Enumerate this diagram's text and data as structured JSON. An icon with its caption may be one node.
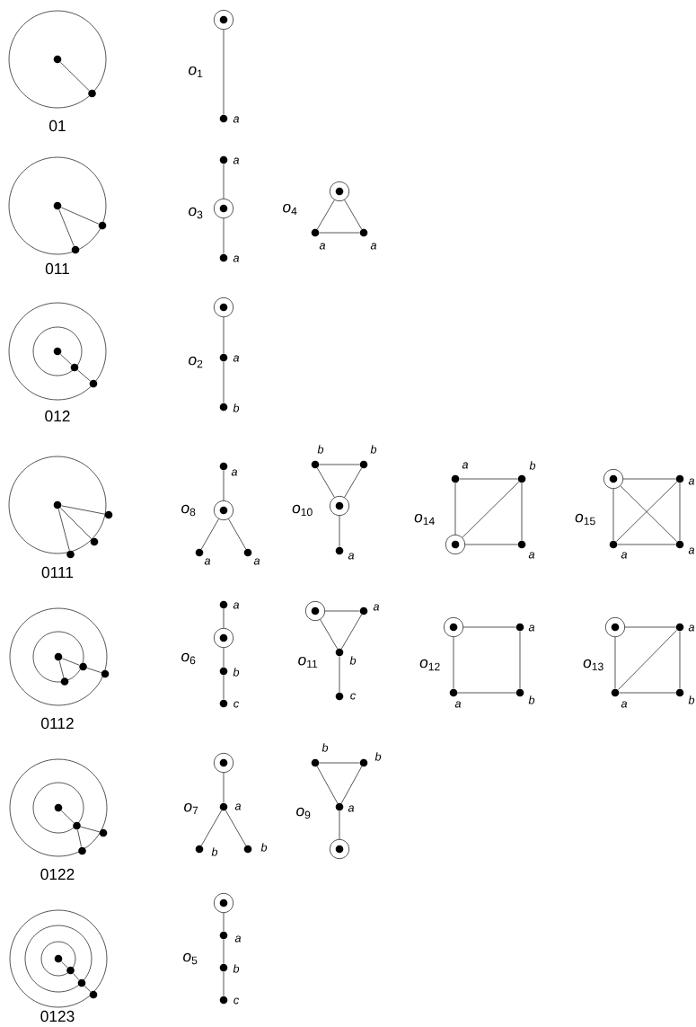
{
  "diagram": {
    "nodes": [
      {
        "text": [],
        "shape": "circle"
      },
      {
        "text": [],
        "shape": "circle"
      },
      {
        "text": [],
        "shape": "bullseye"
      },
      {
        "text": [],
        "shape": "circle",
        "beside": [
          "a"
        ]
      },
      {
        "text": [],
        "shape": "circle"
      },
      {
        "text": [],
        "shape": "circle"
      },
      {
        "text": [],
        "shape": "circle"
      },
      {
        "text": [],
        "shape": "circle",
        "beside": [
          "a"
        ]
      },
      {
        "text": [],
        "shape": "bullseye"
      },
      {
        "text": [],
        "shape": "circle",
        "beside": [
          "a"
        ]
      },
      {
        "text": [],
        "shape": "bullseye"
      },
      {
        "text": [],
        "shape": "circle",
        "beside": [
          "a"
        ]
      },
      {
        "text": [],
        "shape": "circle",
        "beside": [
          "a"
        ]
      },
      {
        "text": [],
        "shape": "circle"
      },
      {
        "text": [],
        "shape": "circle"
      },
      {
        "text": [],
        "shape": "circle"
      },
      {
        "text": [],
        "shape": "bullseye"
      },
      {
        "text": [],
        "shape": "circle",
        "beside": [
          "a"
        ]
      },
      {
        "text": [],
        "shape": "circle",
        "beside": [
          "b"
        ]
      },
      {
        "text": [],
        "shape": "circle"
      },
      {
        "text": [],
        "shape": "circle"
      },
      {
        "text": [],
        "shape": "circle"
      },
      {
        "text": [],
        "shape": "circle"
      },
      {
        "text": [],
        "shape": "circle",
        "beside": [
          "a"
        ]
      },
      {
        "text": [],
        "shape": "bullseye"
      },
      {
        "text": [],
        "shape": "circle",
        "beside": [
          "a"
        ]
      },
      {
        "text": [],
        "shape": "circle",
        "beside": [
          "a"
        ]
      },
      {
        "text": [],
        "shape": "circle",
        "beside": [
          "b"
        ]
      },
      {
        "text": [],
        "shape": "circle",
        "beside": [
          "b"
        ]
      },
      {
        "text": [],
        "shape": "bullseye"
      },
      {
        "text": [],
        "shape": "circle",
        "beside": [
          "a"
        ]
      },
      {
        "text": [],
        "shape": "circle",
        "beside": [
          "a"
        ]
      },
      {
        "text": [],
        "shape": "circle",
        "beside": [
          "b"
        ]
      },
      {
        "text": [],
        "shape": "bullseye"
      },
      {
        "text": [],
        "shape": "circle",
        "beside": [
          "a"
        ]
      },
      {
        "text": [],
        "shape": "bullseye"
      },
      {
        "text": [],
        "shape": "circle",
        "beside": [
          "a"
        ]
      },
      {
        "text": [],
        "shape": "circle",
        "beside": [
          "a"
        ]
      },
      {
        "text": [],
        "shape": "circle",
        "beside": [
          "a"
        ]
      },
      {
        "text": [],
        "shape": "circle"
      },
      {
        "text": [],
        "shape": "circle"
      },
      {
        "text": [],
        "shape": "circle"
      },
      {
        "text": [],
        "shape": "circle"
      },
      {
        "text": [],
        "shape": "circle",
        "beside": [
          "a"
        ]
      },
      {
        "text": [],
        "shape": "bullseye"
      },
      {
        "text": [],
        "shape": "circle",
        "beside": [
          "b"
        ]
      },
      {
        "text": [],
        "shape": "circle",
        "beside": [
          "c"
        ]
      },
      {
        "text": [],
        "shape": "bullseye"
      },
      {
        "text": [],
        "shape": "circle",
        "beside": [
          "a"
        ]
      },
      {
        "text": [],
        "shape": "circle",
        "beside": [
          "b"
        ]
      },
      {
        "text": [],
        "shape": "circle",
        "beside": [
          "c"
        ]
      },
      {
        "text": [],
        "shape": "bullseye"
      },
      {
        "text": [],
        "shape": "circle",
        "beside": [
          "a"
        ]
      },
      {
        "text": [],
        "shape": "circle",
        "beside": [
          "a"
        ]
      },
      {
        "text": [],
        "shape": "circle",
        "beside": [
          "b"
        ]
      },
      {
        "text": [],
        "shape": "bullseye"
      },
      {
        "text": [],
        "shape": "circle",
        "beside": [
          "a"
        ]
      },
      {
        "text": [],
        "shape": "circle",
        "beside": [
          "a"
        ]
      },
      {
        "text": [],
        "shape": "circle",
        "beside": [
          "b"
        ]
      },
      {
        "text": [],
        "shape": "circle"
      },
      {
        "text": [],
        "shape": "circle"
      },
      {
        "text": [],
        "shape": "circle"
      },
      {
        "text": [],
        "shape": "circle"
      },
      {
        "text": [],
        "shape": "bullseye"
      },
      {
        "text": [],
        "shape": "circle",
        "beside": [
          "a"
        ]
      },
      {
        "text": [],
        "shape": "circle",
        "beside": [
          "b"
        ]
      },
      {
        "text": [],
        "shape": "circle",
        "beside": [
          "b"
        ]
      },
      {
        "text": [],
        "shape": "circle",
        "beside": [
          "b"
        ]
      },
      {
        "text": [],
        "shape": "circle",
        "beside": [
          "b"
        ]
      },
      {
        "text": [],
        "shape": "circle",
        "beside": [
          "a"
        ]
      },
      {
        "text": [],
        "shape": "bullseye"
      },
      {
        "text": [],
        "shape": "circle"
      },
      {
        "text": [],
        "shape": "circle"
      },
      {
        "text": [],
        "shape": "circle"
      },
      {
        "text": [],
        "shape": "circle"
      },
      {
        "text": [],
        "shape": "bullseye"
      },
      {
        "text": [],
        "shape": "circle",
        "beside": [
          "a"
        ]
      },
      {
        "text": [],
        "shape": "circle",
        "beside": [
          "b"
        ]
      },
      {
        "text": [],
        "shape": "circle",
        "beside": [
          "c"
        ]
      }
    ],
    "edges": [
      {
        "from": 0,
        "to": 1,
        "arrow": "none"
      },
      {
        "from": 2,
        "to": 3,
        "arrow": "none"
      },
      {
        "from": 4,
        "to": 5,
        "arrow": "none"
      },
      {
        "from": 4,
        "to": 6,
        "arrow": "none"
      },
      {
        "from": 7,
        "to": 8,
        "arrow": "none"
      },
      {
        "from": 8,
        "to": 9,
        "arrow": "none"
      },
      {
        "from": 10,
        "to": 11,
        "arrow": "none"
      },
      {
        "from": 10,
        "to": 12,
        "arrow": "none"
      },
      {
        "from": 11,
        "to": 12,
        "arrow": "none"
      },
      {
        "from": 13,
        "to": 14,
        "arrow": "none"
      },
      {
        "from": 14,
        "to": 15,
        "arrow": "none"
      },
      {
        "from": 16,
        "to": 17,
        "arrow": "none"
      },
      {
        "from": 17,
        "to": 18,
        "arrow": "none"
      },
      {
        "from": 19,
        "to": 20,
        "arrow": "none"
      },
      {
        "from": 19,
        "to": 21,
        "arrow": "none"
      },
      {
        "from": 19,
        "to": 22,
        "arrow": "none"
      },
      {
        "from": 23,
        "to": 24,
        "arrow": "none"
      },
      {
        "from": 24,
        "to": 25,
        "arrow": "none"
      },
      {
        "from": 24,
        "to": 26,
        "arrow": "none"
      },
      {
        "from": 27,
        "to": 28,
        "arrow": "none"
      },
      {
        "from": 27,
        "to": 29,
        "arrow": "none"
      },
      {
        "from": 28,
        "to": 29,
        "arrow": "none"
      },
      {
        "from": 29,
        "to": 30,
        "arrow": "none"
      },
      {
        "from": 31,
        "to": 32,
        "arrow": "none"
      },
      {
        "from": 31,
        "to": 33,
        "arrow": "none"
      },
      {
        "from": 32,
        "to": 34,
        "arrow": "none"
      },
      {
        "from": 33,
        "to": 34,
        "arrow": "none"
      },
      {
        "from": 33,
        "to": 32,
        "arrow": "none"
      },
      {
        "from": 35,
        "to": 36,
        "arrow": "none"
      },
      {
        "from": 35,
        "to": 37,
        "arrow": "none"
      },
      {
        "from": 35,
        "to": 38,
        "arrow": "none"
      },
      {
        "from": 36,
        "to": 37,
        "arrow": "none"
      },
      {
        "from": 36,
        "to": 38,
        "arrow": "none"
      },
      {
        "from": 37,
        "to": 38,
        "arrow": "none"
      },
      {
        "from": 39,
        "to": 40,
        "arrow": "none"
      },
      {
        "from": 40,
        "to": 41,
        "arrow": "none"
      },
      {
        "from": 39,
        "to": 42,
        "arrow": "none"
      },
      {
        "from": 43,
        "to": 44,
        "arrow": "none"
      },
      {
        "from": 44,
        "to": 45,
        "arrow": "none"
      },
      {
        "from": 45,
        "to": 46,
        "arrow": "none"
      },
      {
        "from": 47,
        "to": 48,
        "arrow": "none"
      },
      {
        "from": 47,
        "to": 49,
        "arrow": "none"
      },
      {
        "from": 48,
        "to": 49,
        "arrow": "none"
      },
      {
        "from": 49,
        "to": 50,
        "arrow": "none"
      },
      {
        "from": 51,
        "to": 52,
        "arrow": "none"
      },
      {
        "from": 51,
        "to": 53,
        "arrow": "none"
      },
      {
        "from": 52,
        "to": 54,
        "arrow": "none"
      },
      {
        "from": 53,
        "to": 54,
        "arrow": "none"
      },
      {
        "from": 55,
        "to": 56,
        "arrow": "none"
      },
      {
        "from": 55,
        "to": 57,
        "arrow": "none"
      },
      {
        "from": 56,
        "to": 58,
        "arrow": "none"
      },
      {
        "from": 57,
        "to": 58,
        "arrow": "none"
      },
      {
        "from": 57,
        "to": 56,
        "arrow": "none"
      },
      {
        "from": 59,
        "to": 60,
        "arrow": "none"
      },
      {
        "from": 60,
        "to": 61,
        "arrow": "none"
      },
      {
        "from": 60,
        "to": 62,
        "arrow": "none"
      },
      {
        "from": 63,
        "to": 64,
        "arrow": "none"
      },
      {
        "from": 64,
        "to": 65,
        "arrow": "none"
      },
      {
        "from": 64,
        "to": 66,
        "arrow": "none"
      },
      {
        "from": 67,
        "to": 68,
        "arrow": "none"
      },
      {
        "from": 67,
        "to": 69,
        "arrow": "none"
      },
      {
        "from": 68,
        "to": 69,
        "arrow": "none"
      },
      {
        "from": 69,
        "to": 70,
        "arrow": "none"
      },
      {
        "from": 71,
        "to": 72,
        "arrow": "none"
      },
      {
        "from": 72,
        "to": 73,
        "arrow": "none"
      },
      {
        "from": 73,
        "to": 74,
        "arrow": "none"
      },
      {
        "from": 75,
        "to": 76,
        "arrow": "none"
      },
      {
        "from": 76,
        "to": 77,
        "arrow": "none"
      },
      {
        "from": 77,
        "to": 78,
        "arrow": "none"
      }
    ],
    "labels": [
      "01",
      "*o*$_{1}$",
      "011",
      "*o*$_{3}$",
      "*o*$_{4}$",
      "012",
      "*o*$_{2}$",
      "0111",
      "*o*$_{8}$",
      "*o*$_{10}$",
      "*o*$_{14}$",
      "*o*$_{15}$",
      "0112",
      "*o*$_{6}$",
      "*o*$_{11}$",
      "*o*$_{12}$",
      "*o*$_{13}$",
      "0122",
      "*o*$_{7}$",
      "*o*$_{9}$",
      "0123",
      "*o*$_{5}$"
    ]
  }
}
